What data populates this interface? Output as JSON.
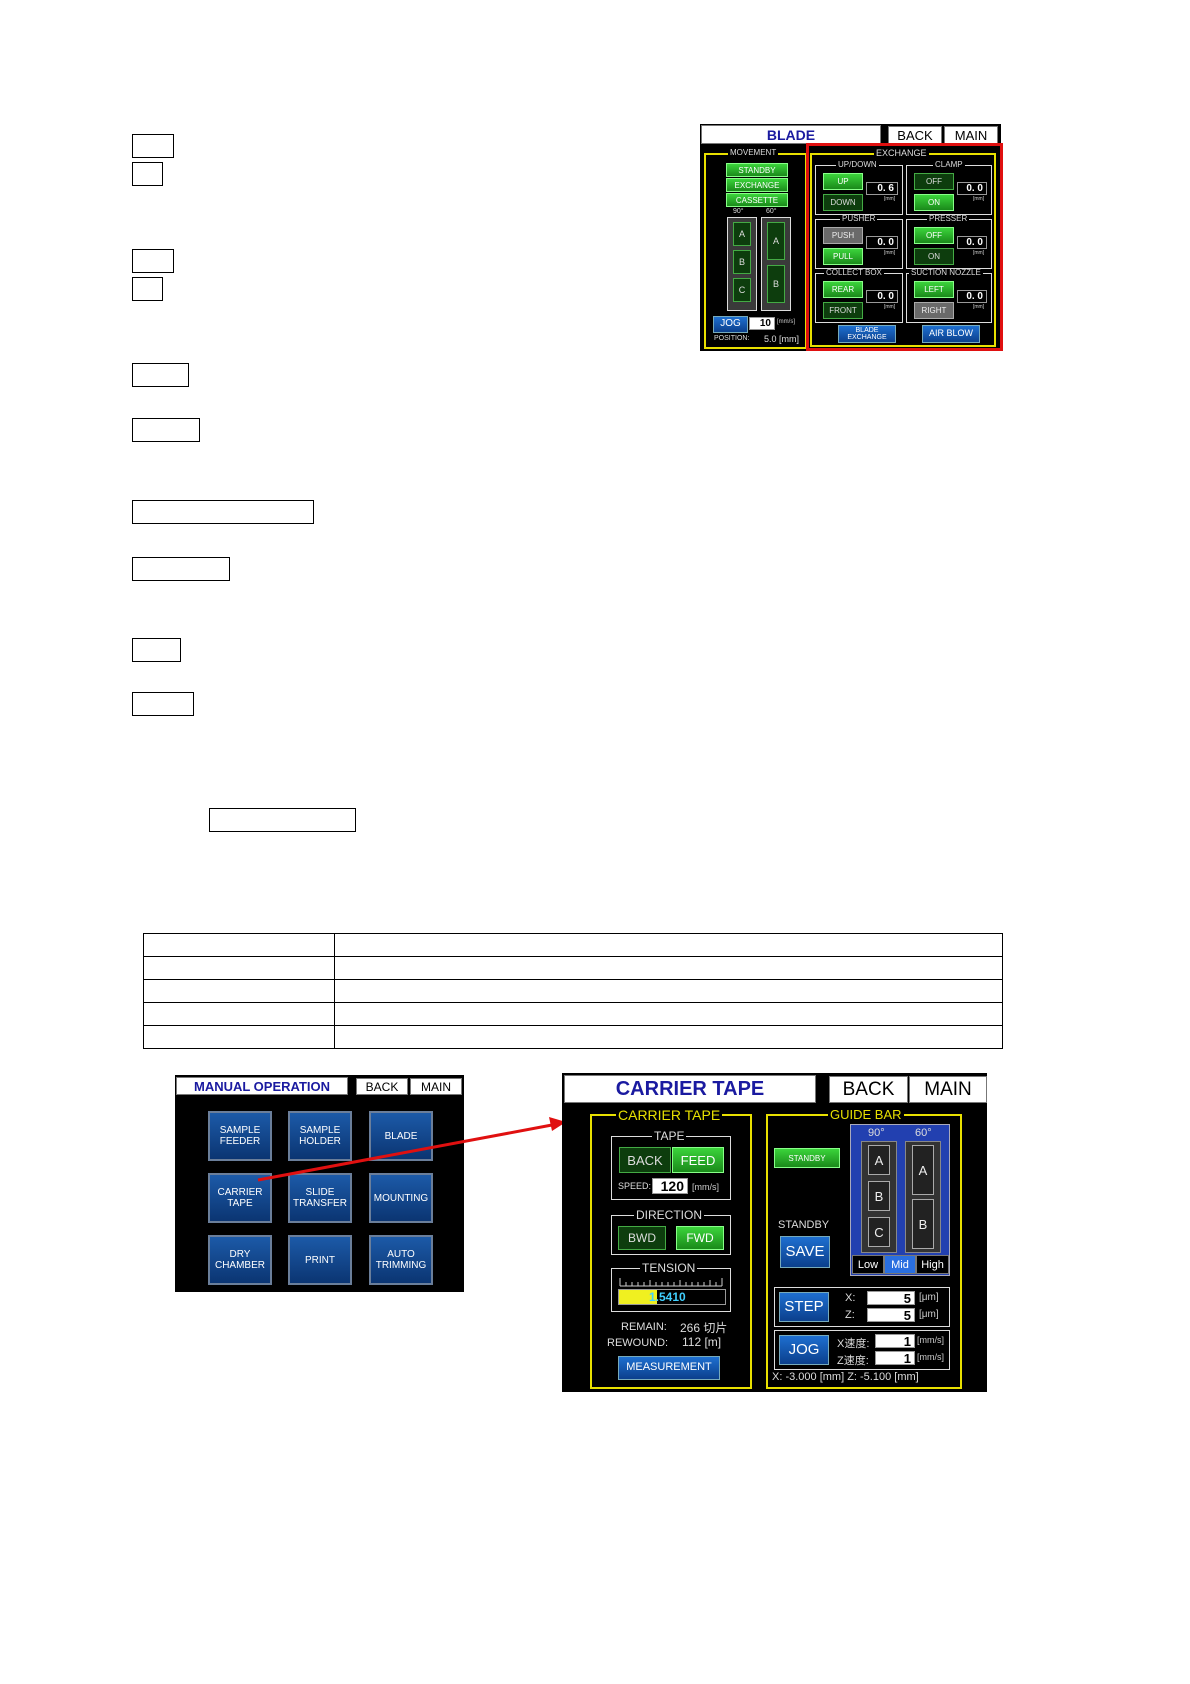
{
  "blade": {
    "title": "BLADE",
    "back": "BACK",
    "main": "MAIN",
    "movement": {
      "legend": "MOVEMENT",
      "buttons": [
        "STANDBY",
        "EXCHANGE",
        "CASSETTE"
      ],
      "col90_label": "90°",
      "col60_label": "60°",
      "col90": [
        "A",
        "B",
        "C"
      ],
      "col60": [
        "A",
        "B"
      ],
      "jog": "JOG",
      "jog_value": "10",
      "jog_unit": "[mm/s]",
      "position_label": "POSITION:",
      "position_value": "5.0 [mm]"
    },
    "exchange": {
      "legend": "EXCHANGE",
      "updown": {
        "legend": "UP/DOWN",
        "btn1": "UP",
        "btn2": "DOWN",
        "value": "0. 6",
        "unit": "[mm]"
      },
      "clamp": {
        "legend": "CLAMP",
        "btn1": "OFF",
        "btn2": "ON",
        "value": "0. 0",
        "unit": "[mm]"
      },
      "pusher": {
        "legend": "PUSHER",
        "btn1": "PUSH",
        "btn2": "PULL",
        "value": "0. 0",
        "unit": "[mm]"
      },
      "presser": {
        "legend": "PRESSER",
        "btn1": "OFF",
        "btn2": "ON",
        "value": "0. 0",
        "unit": "[mm]"
      },
      "collect": {
        "legend": "COLLECT BOX",
        "btn1": "REAR",
        "btn2": "FRONT",
        "value": "0. 0",
        "unit": "[mm]"
      },
      "suction": {
        "legend": "SUCTION NOZZLE",
        "btn1": "LEFT",
        "btn2": "RIGHT",
        "value": "0. 0",
        "unit": "[mm]"
      },
      "blade_exchange": "BLADE EXCHANGE",
      "air_blow": "AIR BLOW"
    }
  },
  "manual": {
    "title": "MANUAL OPERATION",
    "back": "BACK",
    "main": "MAIN",
    "buttons": [
      "SAMPLE FEEDER",
      "SAMPLE HOLDER",
      "BLADE",
      "CARRIER TAPE",
      "SLIDE TRANSFER",
      "MOUNTING",
      "DRY CHAMBER",
      "PRINT",
      "AUTO TRIMMING"
    ]
  },
  "carrier": {
    "title": "CARRIER TAPE",
    "back": "BACK",
    "main": "MAIN",
    "carrier_legend": "CARRIER TAPE",
    "tape": {
      "legend": "TAPE",
      "back": "BACK",
      "feed": "FEED",
      "speed_label": "SPEED:",
      "speed_value": "120",
      "speed_unit": "[mm/s]"
    },
    "direction": {
      "legend": "DIRECTION",
      "bwd": "BWD",
      "fwd": "FWD"
    },
    "tension": {
      "legend": "TENSION",
      "value": "1.5410"
    },
    "remain_label": "REMAIN:",
    "remain_value": "266 切片",
    "rewound_label": "REWOUND:",
    "rewound_value": "112 [m]",
    "measurement": "MEASUREMENT",
    "guide": {
      "legend": "GUIDE BAR",
      "standby": "STANDBY",
      "col90_label": "90°",
      "col60_label": "60°",
      "col90": [
        "A",
        "B",
        "C"
      ],
      "col60": [
        "A",
        "B"
      ],
      "standby_label": "STANDBY",
      "save": "SAVE",
      "speeds": [
        "Low",
        "Mid",
        "High"
      ],
      "step": "STEP",
      "x_label": "X:",
      "z_label": "Z:",
      "step_x": "5",
      "step_z": "5",
      "step_unit": "[μm]",
      "jog": "JOG",
      "x_speed_label": "X速度:",
      "z_speed_label": "Z速度:",
      "jog_x": "1",
      "jog_z": "1",
      "jog_unit": "[mm/s]",
      "status": "X: -3.000 [mm]  Z: -5.100 [mm]"
    }
  },
  "colors": {
    "highlight_red": "#e01010",
    "group_yellow": "#e8e000",
    "title_blue": "#1a1aa0"
  }
}
